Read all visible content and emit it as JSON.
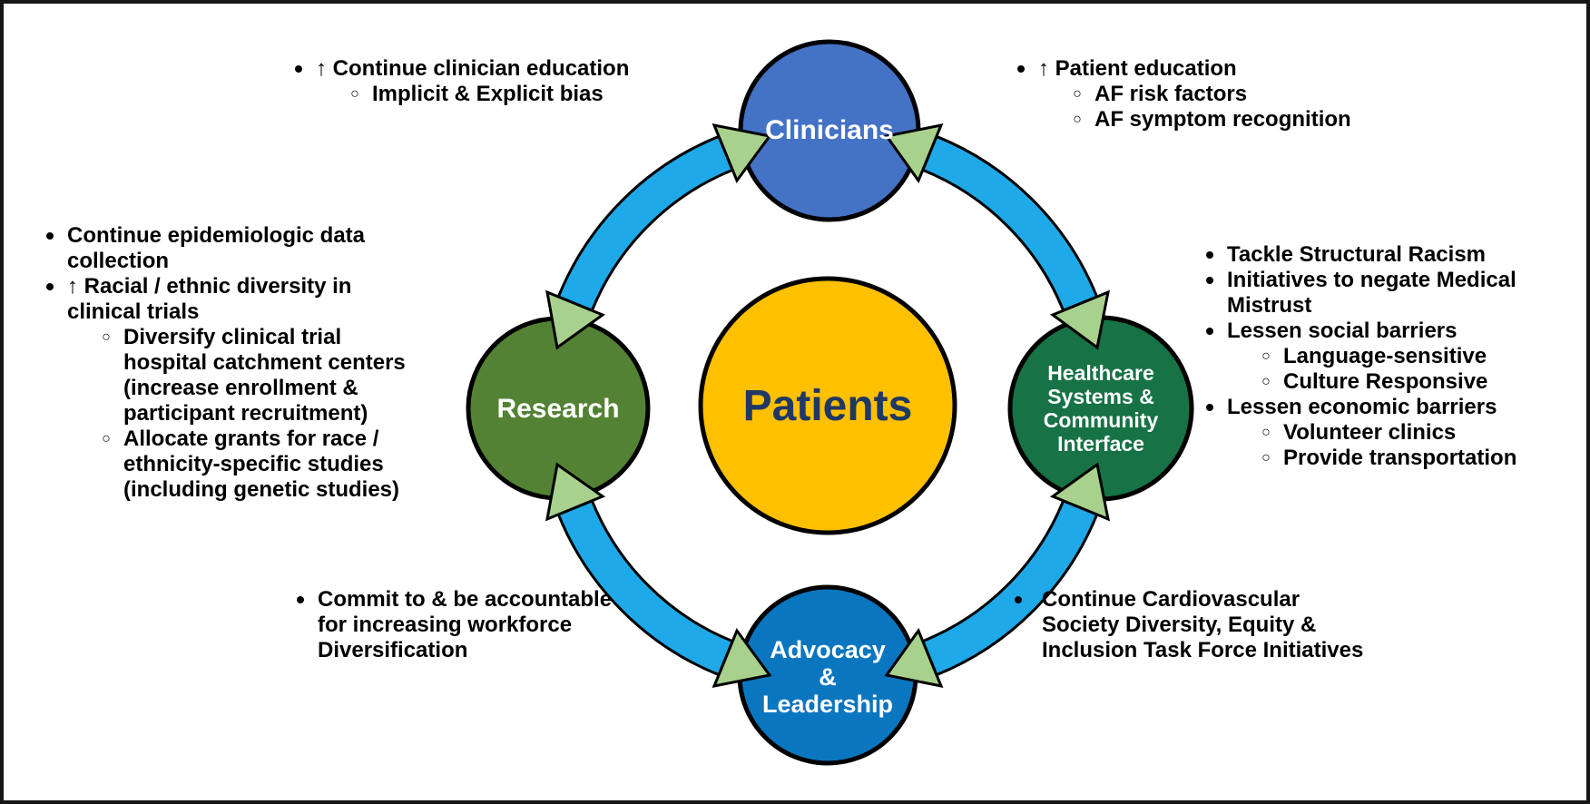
{
  "figure": {
    "type": "cycle-diagram",
    "center": {
      "label": "Patients"
    },
    "nodes": {
      "clinicians": {
        "label": "Clinicians"
      },
      "research": {
        "label": "Research"
      },
      "healthcare": {
        "label": "Healthcare\nSystems &\nCommunity\nInterface"
      },
      "advocacy": {
        "label": "Advocacy\n&\nLeadership"
      }
    }
  },
  "glyphs": {
    "bullet": "•",
    "sub_bullet": "○"
  },
  "notes": {
    "clinicians": [
      {
        "level": 1,
        "text": "↑ Continue clinician education"
      },
      {
        "level": 2,
        "text": "Implicit & Explicit bias"
      }
    ],
    "patients_education": [
      {
        "level": 1,
        "text": "↑ Patient education"
      },
      {
        "level": 2,
        "text": "AF risk factors"
      },
      {
        "level": 2,
        "text": "AF symptom recognition"
      }
    ],
    "research": [
      {
        "level": 1,
        "text": "Continue epidemiologic data\ncollection"
      },
      {
        "level": 1,
        "text": "↑ Racial / ethnic diversity in\nclinical trials"
      },
      {
        "level": 2,
        "text": "Diversify clinical trial\nhospital catchment centers\n(increase enrollment &\nparticipant recruitment)"
      },
      {
        "level": 2,
        "text": "Allocate grants for race /\nethnicity-specific studies\n(including genetic studies)"
      }
    ],
    "healthcare": [
      {
        "level": 1,
        "text": "Tackle Structural Racism"
      },
      {
        "level": 1,
        "text": "Initiatives to negate Medical\nMistrust"
      },
      {
        "level": 1,
        "text": "Lessen social barriers"
      },
      {
        "level": 2,
        "text": "Language-sensitive"
      },
      {
        "level": 2,
        "text": "Culture Responsive"
      },
      {
        "level": 1,
        "text": "Lessen economic barriers"
      },
      {
        "level": 2,
        "text": "Volunteer clinics"
      },
      {
        "level": 2,
        "text": "Provide transportation"
      }
    ],
    "advocacy_left": [
      {
        "level": 1,
        "text": "Commit to & be accountable\nfor increasing workforce\nDiversification"
      }
    ],
    "advocacy_right": [
      {
        "level": 1,
        "text": "Continue Cardiovascular\nSociety Diversity, Equity &\nInclusion Task Force Initiatives"
      }
    ]
  },
  "colors": {
    "clinicians": "#4472C4",
    "research": "#548235",
    "healthcare": "#177245",
    "advocacy": "#0B76C0",
    "patients": "#FFC000",
    "patients_text": "#1F3864",
    "arc": "#1FA9E8",
    "arrowhead": "#A9D18E",
    "outline": "#000000"
  }
}
